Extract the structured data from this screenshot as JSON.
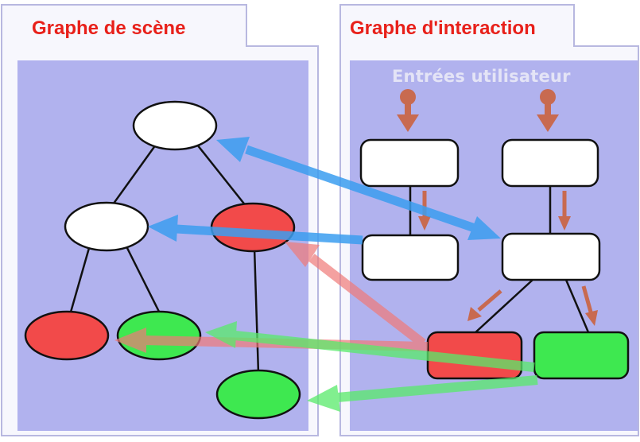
{
  "scene_graph": {
    "title": "Graphe de scène"
  },
  "interaction_graph": {
    "title": "Graphe d'interaction",
    "inputs_label": "Entrées utilisateur"
  },
  "colors": {
    "panel_fill": "#b1b2ee",
    "tab_fill": "#f7f7fd",
    "tab_border": "#b8b8e0",
    "title_red": "#e8201a",
    "node_white": "#ffffff",
    "node_red": "#f24a4a",
    "node_green": "#3ee850",
    "arrow_blue": "#3c9ef0",
    "arrow_red": "#f07a78",
    "arrow_green": "#58ea6a",
    "input_arrow": "#c86a50"
  }
}
